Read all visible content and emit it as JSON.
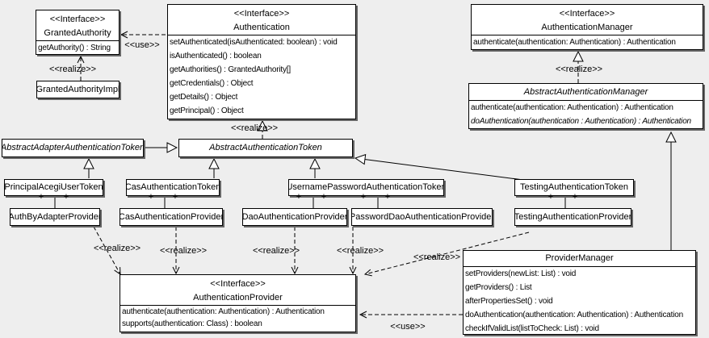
{
  "labels": {
    "interface_stereotype": "<<Interface>>",
    "realize": "<<realize>>",
    "use": "<<use>>",
    "plus": "+"
  },
  "colors": {
    "background": "#eeeeee",
    "box_fill": "#ffffff",
    "box_border": "#000000",
    "box_shadow": "#666666"
  },
  "classes": {
    "granted_authority": {
      "stereotype": "<<Interface>>",
      "name": "GrantedAuthority",
      "methods": [
        "getAuthority() : String"
      ]
    },
    "granted_authority_impl": {
      "name": "GrantedAuthorityImpl"
    },
    "authentication": {
      "stereotype": "<<Interface>>",
      "name": "Authentication",
      "methods": [
        "setAuthenticated(isAuthenticated: boolean) : void",
        "isAuthenticated() : boolean",
        "getAuthorities() : GrantedAuthority[]",
        "getCredentials() : Object",
        "getDetails() : Object",
        "getPrincipal() : Object"
      ]
    },
    "authentication_manager": {
      "stereotype": "<<Interface>>",
      "name": "AuthenticationManager",
      "methods": [
        "authenticate(authentication: Authentication) : Authentication"
      ]
    },
    "abstract_authentication_manager": {
      "name": "AbstractAuthenticationManager",
      "methods": [
        "authenticate(authentication: Authentication) : Authentication",
        "doAuthentication(authentication : Authentication) : Authentication"
      ]
    },
    "abstract_adapter_authentication_token": {
      "name": "AbstractAdapterAuthenticationToken"
    },
    "abstract_authentication_token": {
      "name": "AbstractAuthenticationToken"
    },
    "principal_acegi_user_token": {
      "name": "PrincipalAcegiUserToken"
    },
    "cas_authentication_token": {
      "name": "CasAuthenticationToken"
    },
    "username_password_authentication_token": {
      "name": "UsernamePasswordAuthenticationToken"
    },
    "testing_authentication_token": {
      "name": "TestingAuthenticationToken"
    },
    "auth_by_adapter_provider": {
      "name": "AuthByAdapterProvider"
    },
    "cas_authentication_provider": {
      "name": "CasAuthenticationProvider"
    },
    "dao_authentication_provider": {
      "name": "DaoAuthenticationProvider"
    },
    "password_dao_authentication_provider": {
      "name": "PasswordDaoAuthenticationProvider"
    },
    "testing_authentication_provider": {
      "name": "TestingAuthenticationProvider"
    },
    "authentication_provider": {
      "stereotype": "<<Interface>>",
      "name": "AuthenticationProvider",
      "methods": [
        "authenticate(authentication: Authentication) : Authentication",
        "supports(authentication: Class) : boolean"
      ]
    },
    "provider_manager": {
      "name": "ProviderManager",
      "methods": [
        "setProviders(newList: List) : void",
        "getProviders() : List",
        "afterPropertiesSet() : void",
        "doAuthentication(authentication: Authentication) : Authentication",
        "checkIfValidList(listToCheck: List) : void"
      ]
    }
  }
}
